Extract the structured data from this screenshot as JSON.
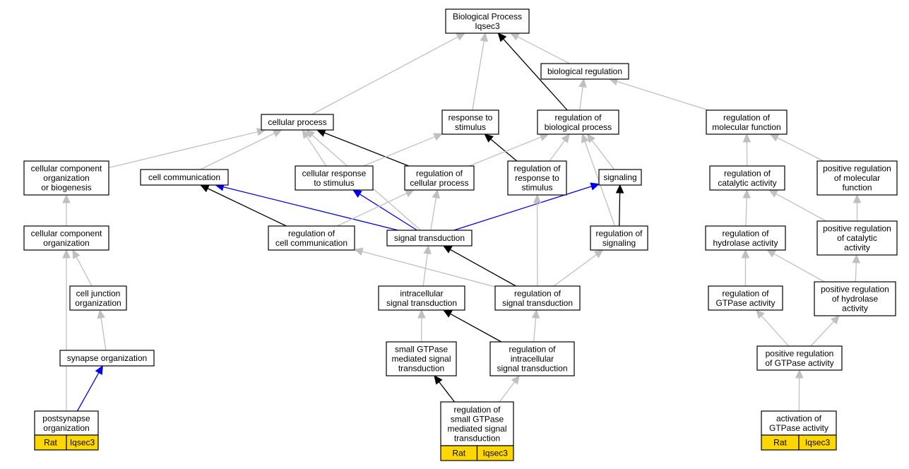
{
  "colors": {
    "edge_gray": "#c0c0c0",
    "edge_black": "#000000",
    "edge_blue": "#0000ee",
    "badge_fill": "#ffd700",
    "node_fill": "#ffffff",
    "node_stroke": "#000000"
  },
  "nodes": {
    "root": [
      "Biological Process",
      "Iqsec3"
    ],
    "bio_reg": [
      "biological regulation"
    ],
    "cellular_process": [
      "cellular process"
    ],
    "response_stimulus": [
      "response to",
      "stimulus"
    ],
    "reg_bio_process": [
      "regulation of",
      "biological process"
    ],
    "reg_mol_func": [
      "regulation of",
      "molecular function"
    ],
    "ccob": [
      "cellular component",
      "organization",
      "or biogenesis"
    ],
    "cell_comm": [
      "cell communication"
    ],
    "cell_resp_stim": [
      "cellular response",
      "to stimulus"
    ],
    "reg_cell_process": [
      "regulation of",
      "cellular process"
    ],
    "reg_resp_stim": [
      "regulation of",
      "response to",
      "stimulus"
    ],
    "signaling": [
      "signaling"
    ],
    "reg_cat_act": [
      "regulation of",
      "catalytic activity"
    ],
    "pos_reg_mol_func": [
      "positive regulation",
      "of molecular",
      "function"
    ],
    "cco": [
      "cellular component",
      "organization"
    ],
    "reg_cell_comm": [
      "regulation of",
      "cell communication"
    ],
    "signal_transduction": [
      "signal transduction"
    ],
    "reg_signaling": [
      "regulation of",
      "signaling"
    ],
    "reg_hydrolase": [
      "regulation of",
      "hydrolase activity"
    ],
    "pos_reg_cat": [
      "positive regulation",
      "of catalytic",
      "activity"
    ],
    "cell_junction": [
      "cell junction",
      "organization"
    ],
    "intracell_st": [
      "intracellular",
      "signal transduction"
    ],
    "reg_st": [
      "regulation of",
      "signal transduction"
    ],
    "reg_gtpase": [
      "regulation of",
      "GTPase activity"
    ],
    "pos_reg_hydrolase": [
      "positive regulation",
      "of hydrolase",
      "activity"
    ],
    "synapse_org": [
      "synapse organization"
    ],
    "small_gtpase_st": [
      "small GTPase",
      "mediated signal",
      "transduction"
    ],
    "reg_intracell_st": [
      "regulation of",
      "intracellular",
      "signal transduction"
    ],
    "pos_reg_gtpase": [
      "positive regulation",
      "of GTPase activity"
    ],
    "postsynapse_org": [
      "postsynapse",
      "organization"
    ],
    "reg_small_gtpase_st": [
      "regulation of",
      "small GTPase",
      "mediated signal",
      "transduction"
    ],
    "activation_gtpase": [
      "activation of",
      "GTPase activity"
    ]
  },
  "badges": {
    "postsynapse_org": [
      "Rat",
      "Iqsec3"
    ],
    "reg_small_gtpase_st": [
      "Rat",
      "Iqsec3"
    ],
    "activation_gtpase": [
      "Rat",
      "Iqsec3"
    ]
  },
  "edges": [
    {
      "from": "bio_reg",
      "to": "root",
      "style": "gray"
    },
    {
      "from": "cellular_process",
      "to": "root",
      "style": "gray"
    },
    {
      "from": "response_stimulus",
      "to": "root",
      "style": "gray"
    },
    {
      "from": "reg_bio_process",
      "to": "root",
      "style": "black"
    },
    {
      "from": "reg_bio_process",
      "to": "bio_reg",
      "style": "gray"
    },
    {
      "from": "reg_mol_func",
      "to": "bio_reg",
      "style": "gray"
    },
    {
      "from": "ccob",
      "to": "cellular_process",
      "style": "gray"
    },
    {
      "from": "cell_comm",
      "to": "cellular_process",
      "style": "gray"
    },
    {
      "from": "cell_resp_stim",
      "to": "cellular_process",
      "style": "gray"
    },
    {
      "from": "reg_cell_process",
      "to": "cellular_process",
      "style": "black"
    },
    {
      "from": "signal_transduction",
      "to": "cellular_process",
      "style": "gray"
    },
    {
      "from": "cell_resp_stim",
      "to": "response_stimulus",
      "style": "gray"
    },
    {
      "from": "reg_resp_stim",
      "to": "response_stimulus",
      "style": "black"
    },
    {
      "from": "reg_cell_process",
      "to": "reg_bio_process",
      "style": "gray"
    },
    {
      "from": "reg_resp_stim",
      "to": "reg_bio_process",
      "style": "gray"
    },
    {
      "from": "signaling",
      "to": "reg_bio_process",
      "style": "gray"
    },
    {
      "from": "reg_signaling",
      "to": "reg_bio_process",
      "style": "gray"
    },
    {
      "from": "reg_cat_act",
      "to": "reg_mol_func",
      "style": "gray"
    },
    {
      "from": "pos_reg_mol_func",
      "to": "reg_mol_func",
      "style": "gray"
    },
    {
      "from": "cco",
      "to": "ccob",
      "style": "gray"
    },
    {
      "from": "reg_cell_comm",
      "to": "cell_comm",
      "style": "black"
    },
    {
      "from": "signal_transduction",
      "to": "cell_comm",
      "style": "blue"
    },
    {
      "from": "signal_transduction",
      "to": "cell_resp_stim",
      "style": "blue"
    },
    {
      "from": "reg_cell_comm",
      "to": "reg_cell_process",
      "style": "gray"
    },
    {
      "from": "signal_transduction",
      "to": "reg_cell_process",
      "style": "gray"
    },
    {
      "from": "signal_transduction",
      "to": "signaling",
      "style": "blue"
    },
    {
      "from": "reg_signaling",
      "to": "signaling",
      "style": "black"
    },
    {
      "from": "reg_st",
      "to": "reg_resp_stim",
      "style": "gray"
    },
    {
      "from": "reg_hydrolase",
      "to": "reg_cat_act",
      "style": "gray"
    },
    {
      "from": "pos_reg_cat",
      "to": "reg_cat_act",
      "style": "gray"
    },
    {
      "from": "pos_reg_cat",
      "to": "pos_reg_mol_func",
      "style": "gray"
    },
    {
      "from": "cell_junction",
      "to": "cco",
      "style": "gray"
    },
    {
      "from": "postsynapse_org",
      "to": "cco",
      "style": "gray"
    },
    {
      "from": "intracell_st",
      "to": "signal_transduction",
      "style": "gray"
    },
    {
      "from": "reg_st",
      "to": "signal_transduction",
      "style": "black"
    },
    {
      "from": "reg_st",
      "to": "reg_cell_comm",
      "style": "gray"
    },
    {
      "from": "reg_st",
      "to": "reg_signaling",
      "style": "gray"
    },
    {
      "from": "reg_gtpase",
      "to": "reg_hydrolase",
      "style": "gray"
    },
    {
      "from": "pos_reg_hydrolase",
      "to": "reg_hydrolase",
      "style": "gray"
    },
    {
      "from": "pos_reg_hydrolase",
      "to": "pos_reg_cat",
      "style": "gray"
    },
    {
      "from": "synapse_org",
      "to": "cell_junction",
      "style": "gray"
    },
    {
      "from": "small_gtpase_st",
      "to": "intracell_st",
      "style": "gray"
    },
    {
      "from": "reg_intracell_st",
      "to": "intracell_st",
      "style": "black"
    },
    {
      "from": "reg_intracell_st",
      "to": "reg_st",
      "style": "gray"
    },
    {
      "from": "pos_reg_gtpase",
      "to": "reg_gtpase",
      "style": "gray"
    },
    {
      "from": "pos_reg_gtpase",
      "to": "pos_reg_hydrolase",
      "style": "gray"
    },
    {
      "from": "postsynapse_org",
      "to": "synapse_org",
      "style": "blue"
    },
    {
      "from": "reg_small_gtpase_st",
      "to": "small_gtpase_st",
      "style": "black"
    },
    {
      "from": "reg_small_gtpase_st",
      "to": "reg_intracell_st",
      "style": "gray"
    },
    {
      "from": "activation_gtpase",
      "to": "pos_reg_gtpase",
      "style": "gray"
    }
  ]
}
